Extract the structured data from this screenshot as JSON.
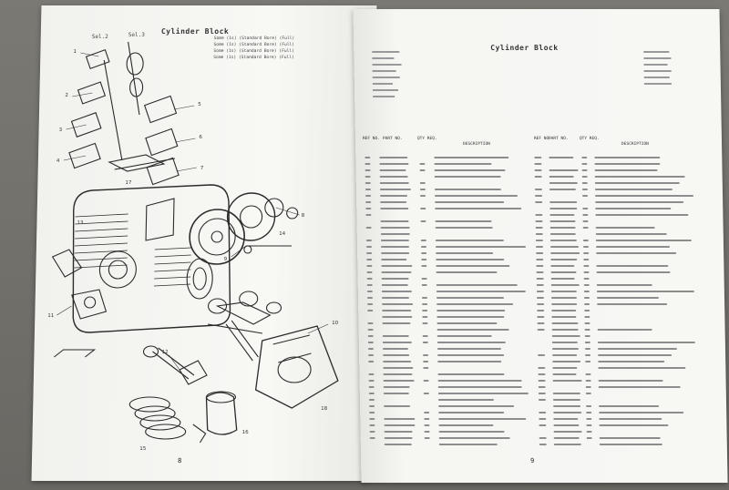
{
  "left_page": {
    "title": "Cylinder Block",
    "page_number": "8",
    "diagram_labels": [
      "Sel.2",
      "Sel.3"
    ],
    "notes": [
      "Some (1s) (Standard Bore) (Full)",
      "Some (1s) (Standard Bore) (Full)",
      "Some (1s) (Standard Bore) (Full)",
      "Some (1s) (Standard Bore) (Full)"
    ]
  },
  "right_page": {
    "title": "Cylinder Block",
    "page_number": "9",
    "left_table_headers": [
      "REF NO.",
      "PART NO.",
      "QTY REQ.",
      "DESCRIPTION"
    ],
    "right_table_headers": [
      "REF NO.",
      "PART NO.",
      "QTY REQ.",
      "DESCRIPTION"
    ]
  }
}
